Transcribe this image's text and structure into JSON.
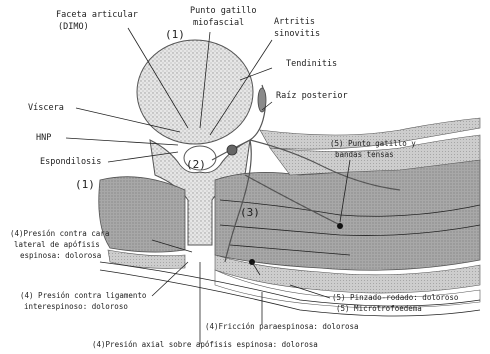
{
  "labels": {
    "faceta": [
      "Faceta articular",
      "(DIMO)"
    ],
    "punto_gatillo_miofascial": [
      "Punto gatillo",
      "miofascial"
    ],
    "artritis": [
      "Artritis",
      "sinovitis"
    ],
    "tendinitis": "Tendinitis",
    "raiz_posterior": "Raíz posterior",
    "viscera": "Víscera",
    "hnp": "HNP",
    "espondilosis": "Espondilosis",
    "num1_top": "(1)",
    "num1_left": "(1)",
    "num2": "(2)",
    "num3": "(3)",
    "punto_gatillo_bandas": [
      "(5) Punto gatillo y",
      "bandas tensas"
    ],
    "presion_cara_lateral": [
      "(4)Presión contra cara",
      "lateral de apófisis",
      "espinosa: dolorosa"
    ],
    "presion_ligamento": [
      "(4) Presión contra ligamento",
      "interespinoso: doloroso"
    ],
    "pinzado_rodado": [
      "(5) Pinzado-rodado: doloroso",
      "(5) Microtrofoedema"
    ],
    "friccion": "(4)Fricción paraespinosa: dolorosa",
    "presion_axial": "(4)Presión axial sobre apófisis espinosa: dolorosa"
  },
  "colors": {
    "ink": "#222222",
    "bone_stipple": "#cfcfcf",
    "muscle_gray": "#9a9a9a",
    "muscle_light": "#c4c4c4",
    "background": "#ffffff"
  }
}
